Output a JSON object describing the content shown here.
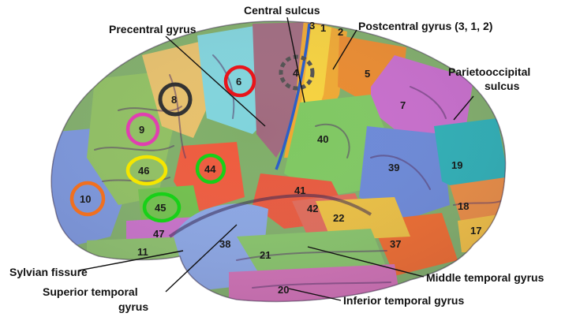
{
  "labels": {
    "central_sulcus": "Central sulcus",
    "precentral_gyrus": "Precentral gyrus",
    "postcentral_gyrus": "Postcentral gyrus (3, 1, 2)",
    "parietooccipital_1": "Parietooccipital",
    "parietooccipital_2": "sulcus",
    "sylvian_fissure": "Sylvian fissure",
    "superior_temporal_1": "Superior temporal",
    "superior_temporal_2": "gyrus",
    "middle_temporal": "Middle temporal gyrus",
    "inferior_temporal": "Inferior temporal gyrus"
  },
  "areas": {
    "a1": "1",
    "a2": "2",
    "a3": "3",
    "a4": "4",
    "a5": "5",
    "a6": "6",
    "a7": "7",
    "a8": "8",
    "a9": "9",
    "a10": "10",
    "a11": "11",
    "a17": "17",
    "a18": "18",
    "a19": "19",
    "a20": "20",
    "a21": "21",
    "a22": "22",
    "a37": "37",
    "a38": "38",
    "a39": "39",
    "a40": "40",
    "a41": "41",
    "a42": "42",
    "a44": "44",
    "a45": "45",
    "a46": "46",
    "a47": "47"
  },
  "highlight_colors": {
    "area_6": "#e8151b",
    "area_4": "#555555",
    "area_8": "#333333",
    "area_9": "#e040b0",
    "area_46": "#f5e600",
    "area_44": "#18d018",
    "area_45": "#18d018",
    "area_10": "#f07020"
  }
}
